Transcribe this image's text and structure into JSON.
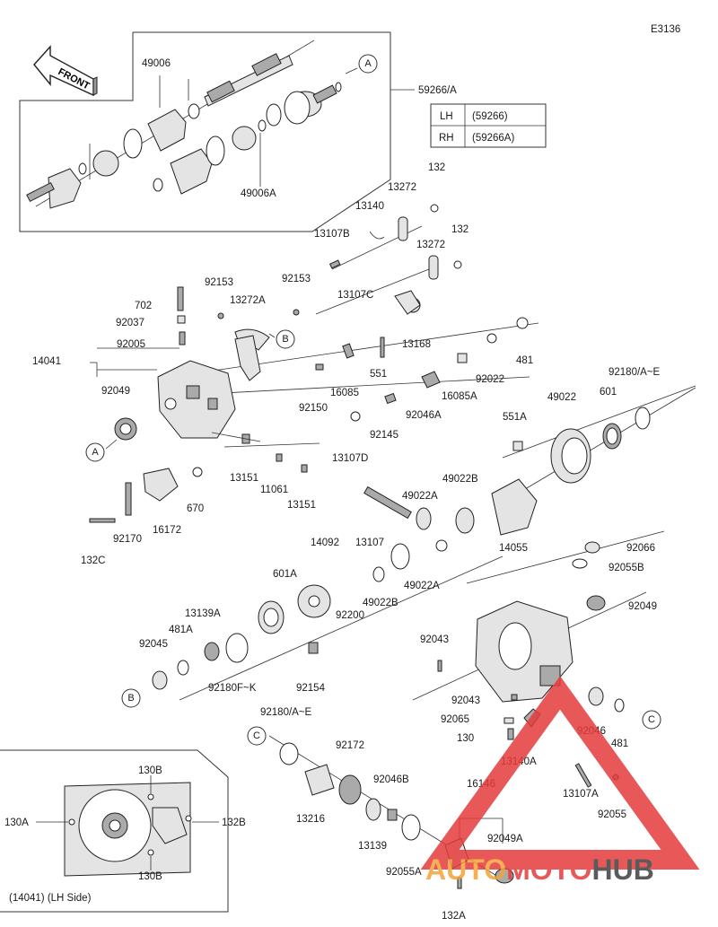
{
  "diagram_code": "E3136",
  "front_label": "FRONT",
  "table": {
    "rows": [
      {
        "side": "LH",
        "code": "(59266)"
      },
      {
        "side": "RH",
        "code": "(59266A)"
      }
    ]
  },
  "ref_markers": {
    "a": "A",
    "b": "B",
    "c": "C"
  },
  "parts": {
    "p49006": "49006",
    "p49006a": "49006A",
    "p59266a": "59266/A",
    "p132a1": "132",
    "p13272a1": "13272",
    "p13140": "13140",
    "p13107b": "13107B",
    "p132a2": "132",
    "p13272a2": "13272",
    "p92153a": "92153",
    "p92153b": "92153",
    "p13272A": "13272A",
    "p13107c": "13107C",
    "p702": "702",
    "p92037": "92037",
    "p92005": "92005",
    "p14041": "14041",
    "p13168": "13168",
    "p481a": "481",
    "p92022": "92022",
    "p551": "551",
    "p16085": "16085",
    "p16085a": "16085A",
    "p92150": "92150",
    "p92046a": "92046A",
    "p92049a": "92049",
    "p92180ae1": "92180/A~E",
    "p601": "601",
    "p49022": "49022",
    "p551a": "551A",
    "p92145": "92145",
    "p13107d": "13107D",
    "p13151a": "13151",
    "p11061": "11061",
    "p13151b": "13151",
    "p670": "670",
    "p16172": "16172",
    "p92170": "92170",
    "p132c": "132C",
    "p49022b": "49022B",
    "p49022a": "49022A",
    "p14055": "14055",
    "p13107": "13107",
    "p14092": "14092",
    "p92066": "92066",
    "p92055b": "92055B",
    "p601a": "601A",
    "p49022b2": "49022B",
    "p49022a2": "49022A",
    "p92049b": "92049",
    "p92200": "92200",
    "p13139a": "13139A",
    "p481a2": "481A",
    "p92045": "92045",
    "p92180fk": "92180F~K",
    "p92154": "92154",
    "p92043a": "92043",
    "p92043b": "92043",
    "p92065": "92065",
    "p130": "130",
    "p13140a": "13140A",
    "p92046": "92046",
    "p481b": "481",
    "p92180ae2": "92180/A~E",
    "p92172": "92172",
    "p92046b": "92046B",
    "p13216": "13216",
    "p13139": "13139",
    "p13107a": "13107A",
    "p92055": "92055",
    "p16146": "16146",
    "p92049a2": "92049A",
    "p92055a": "92055A",
    "p132a": "132A"
  },
  "inset": {
    "caption": "(14041)  (LH Side)",
    "p130b1": "130B",
    "p130b2": "130B",
    "p130a": "130A",
    "p132b": "132B"
  },
  "watermark": {
    "w1": "AUTO",
    "w2": "MOTO",
    "w3": "HUB",
    "color_red": "#e43b3b",
    "color_orange": "#f2a33a",
    "color_dark": "#3f3f3f"
  }
}
